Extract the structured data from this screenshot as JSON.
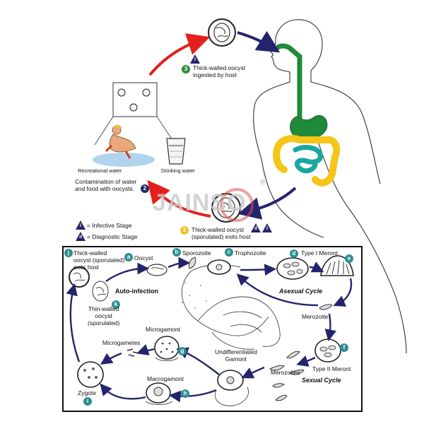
{
  "colors": {
    "cycle_red": "#e3201b",
    "cycle_navy": "#24246e",
    "badge_green": "#2e8f3a",
    "badge_teal": "#2f8f8f",
    "badge_yellow": "#f2c12e",
    "gut_green": "#1f8a3a",
    "gut_yellow": "#f5c518",
    "gut_teal": "#1aa7a0"
  },
  "icons": [
    "infective-stage-triangle",
    "diagnostic-stage-triangle",
    "oocyst-icon",
    "human-silhouette",
    "glass-icon",
    "swimmer-icon"
  ],
  "watermark": {
    "text": "JAINSO",
    "registered": "®"
  },
  "stage_labels": {
    "infective_letter": "i",
    "diagnostic_letter": "d",
    "ingested": "Thick-walled oocyst\ningested by host",
    "ingested_num": "3",
    "recreational_water": "Recreational water",
    "drinking_water": "Drinking water",
    "contamination": "Contamination of water\nand food with oocysts.",
    "contamination_num": "2",
    "exits_host": "Thick-walled oocyst\n(sporulated) exits host",
    "exits_num": "1"
  },
  "legend": {
    "infective": "= Infective Stage",
    "diagnostic": "= Diagnostic Stage"
  },
  "inset": {
    "j_letter": "j",
    "j_label": "Thick-walled\noocyst (sporulated)\nexits host",
    "a_letter": "a",
    "a_label": "Oocyst",
    "b_letter": "b",
    "b_label": "Sporozoite",
    "c_letter": "c",
    "c_label": "Trophozoite",
    "d_letter": "d",
    "d_label": "Type I Meront",
    "e_letter": "e",
    "auto_infection": "Auto-infection",
    "k_letter": "k",
    "k_label": "Thin-walled\noocyst\n(sporulated)",
    "asexual_cycle": "Asexual Cycle",
    "merozoite": "Merozoite",
    "microgamont": "Microgamont",
    "g_letter": "g",
    "microgametes": "Microgametes",
    "undiff_gamont": "Undifferentiated\nGamont",
    "f_letter": "f",
    "type2_meront": "Type II Meront",
    "merozoites": "Merozoites",
    "sexual_cycle": "Sexual Cycle",
    "macrogamont": "Macrogamont",
    "h_letter": "h",
    "zygote": "Zygote",
    "i_letter": "i"
  }
}
